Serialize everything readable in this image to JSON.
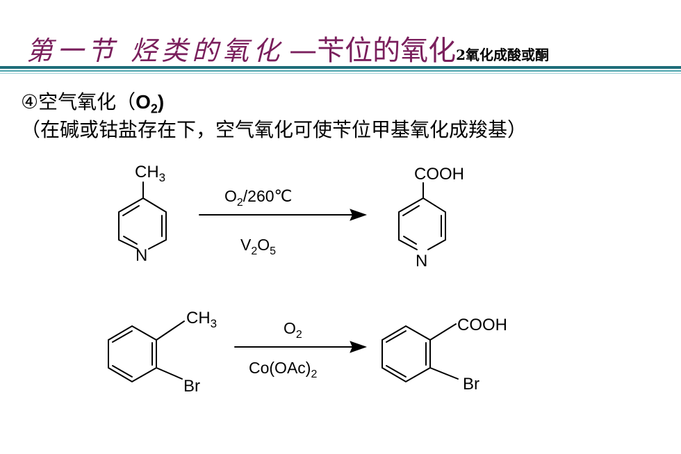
{
  "slide": {
    "title_script": "第一节 烃类的氧化",
    "title_main": "—苄位的氧化",
    "title_sub": "2氧化成酸或酮",
    "heading_prefix": "④空气氧化（",
    "heading_formula": "O",
    "heading_formula_sub": "2",
    "heading_suffix": ")",
    "note": "（在碱或钴盐存在下，空气氧化可使苄位甲基氧化成羧基）"
  },
  "reaction1": {
    "reactant_substituent": "CH",
    "reactant_substituent_sub": "3",
    "reactant_heteroatom": "N",
    "condition_top": "O",
    "condition_top_sub": "2",
    "condition_top_rest": "/260℃",
    "condition_bottom_a": "V",
    "condition_bottom_sub1": "2",
    "condition_bottom_b": "O",
    "condition_bottom_sub2": "5",
    "product_substituent": "COOH",
    "product_heteroatom": "N"
  },
  "reaction2": {
    "reactant_substituent": "CH",
    "reactant_substituent_sub": "3",
    "reactant_halogen": "Br",
    "condition_top": "O",
    "condition_top_sub": "2",
    "condition_bottom": "Co(OAc)",
    "condition_bottom_sub": "2",
    "product_substituent": "COOH",
    "product_halogen": "Br"
  }
}
